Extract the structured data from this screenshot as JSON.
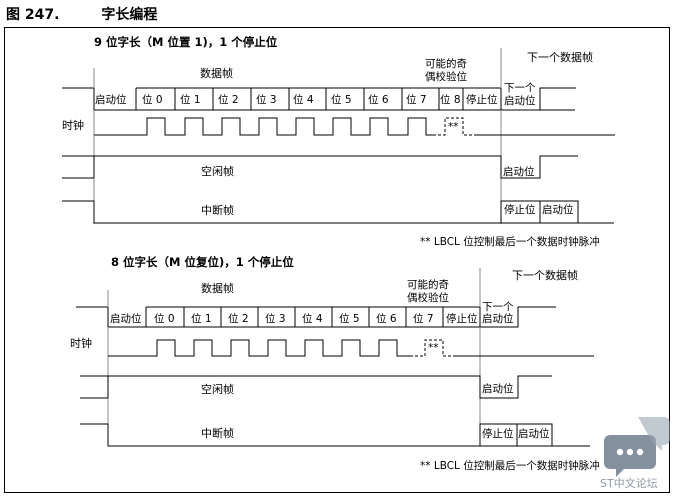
{
  "figure": {
    "number": "图 247.",
    "title": "字长编程"
  },
  "d1": {
    "heading": "9 位字长（M 位置 1)，1 个停止位",
    "data_frame": "数据帧",
    "next_frame": "下一个数据帧",
    "parity_l1": "可能的奇",
    "parity_l2": "偶校验位",
    "start": "启动位",
    "bits": [
      "位 0",
      "位 1",
      "位 2",
      "位 3",
      "位 4",
      "位 5",
      "位 6",
      "位 7",
      "位 8"
    ],
    "stop": "停止位",
    "next_start_l1": "下一个",
    "next_start_l2": "启动位",
    "clock": "时钟",
    "stars": "**",
    "idle": "空闲帧",
    "idle_start": "启动位",
    "brk": "中断帧",
    "brk_stop": "停止位",
    "brk_start": "启动位",
    "note": "** LBCL 位控制最后一个数据时钟脉冲"
  },
  "d2": {
    "heading": "8 位字长（M 位复位)，1 个停止位",
    "data_frame": "数据帧",
    "next_frame": "下一个数据帧",
    "parity_l1": "可能的奇",
    "parity_l2": "偶校验位",
    "start": "启动位",
    "bits": [
      "位 0",
      "位 1",
      "位 2",
      "位 3",
      "位 4",
      "位 5",
      "位 6",
      "位 7"
    ],
    "stop": "停止位",
    "next_start_l1": "下一个",
    "next_start_l2": "启动位",
    "clock": "时钟",
    "stars": "**",
    "idle": "空闲帧",
    "idle_start": "启动位",
    "brk": "中断帧",
    "brk_stop": "停止位",
    "brk_start": "启动位",
    "note": "** LBCL 位控制最后一个数据时钟脉冲"
  },
  "watermark": {
    "text": "ST中文论坛"
  }
}
